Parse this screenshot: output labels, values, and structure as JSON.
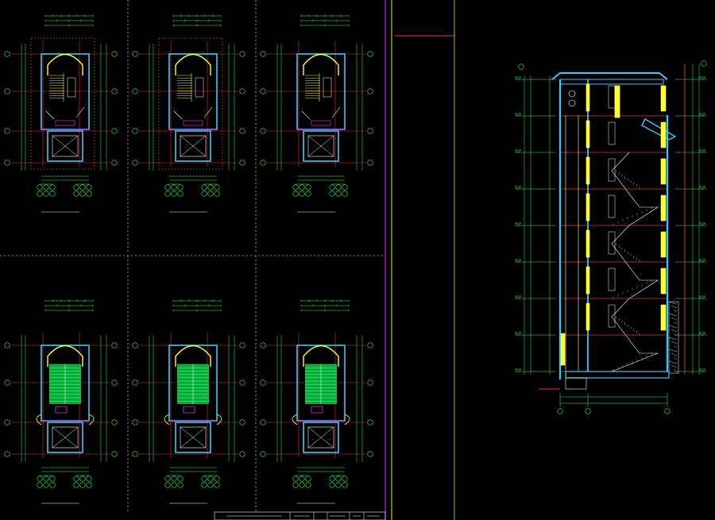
{
  "colors": {
    "background": "#000000",
    "wall": "#33ccff",
    "axis": "#ff2a2a",
    "dimension": "#33ff66",
    "highlight": "#ffff33",
    "frame": "#ffffff",
    "purple": "#ff33ff",
    "stair_fill": "#00cc44",
    "blue": "#3366ff",
    "text": "#ffffff"
  },
  "sheets": {
    "plans": [
      {
        "id": "p1",
        "caption": "",
        "scale": "",
        "variant": "type-a"
      },
      {
        "id": "p2",
        "caption": "",
        "scale": "",
        "variant": "type-b"
      },
      {
        "id": "p3",
        "caption": "",
        "scale": "",
        "variant": "type-c"
      },
      {
        "id": "p4",
        "caption": "",
        "scale": "",
        "variant": "green"
      },
      {
        "id": "p5",
        "caption": "",
        "scale": "",
        "variant": "green"
      },
      {
        "id": "p6",
        "caption": "",
        "scale": "",
        "variant": "green"
      }
    ],
    "section": {
      "caption": "",
      "floors": 8
    },
    "title_block": {
      "cells": [
        "",
        "",
        "",
        "",
        ""
      ]
    }
  }
}
